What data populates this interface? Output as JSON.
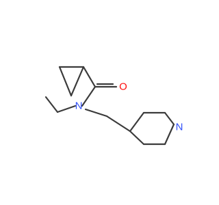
{
  "molecule": {
    "atoms": [
      {
        "label": "O",
        "color": "#ff0d0d"
      },
      {
        "label": "N",
        "color": "#3050f8"
      },
      {
        "label": "N",
        "color": "#3050f8"
      }
    ],
    "bond_color": "#3b3b3b"
  }
}
